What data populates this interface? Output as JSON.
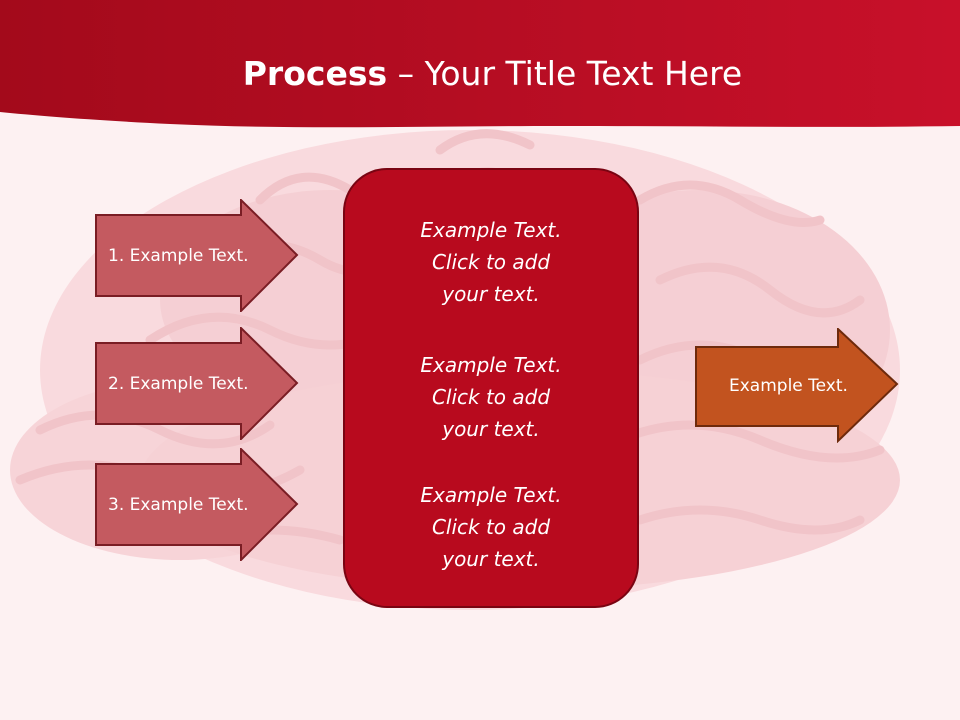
{
  "title": {
    "bold": "Process",
    "rest": " – Your Title Text Here"
  },
  "left_arrows": [
    "1. Example Text.",
    "2. Example Text.",
    "3. Example Text."
  ],
  "center_items": [
    [
      "Example Text.",
      "Click  to add",
      "your text."
    ],
    [
      "Example Text.",
      "Click  to add",
      "your text."
    ],
    [
      "Example Text.",
      "Click  to add",
      "your text."
    ]
  ],
  "right_arrow": "Example Text.",
  "colors": {
    "header": "#b80a1e",
    "center_box": "#b80a1e",
    "left_arrow_fill": "#c45a60",
    "right_arrow_fill": "#c2531f"
  }
}
